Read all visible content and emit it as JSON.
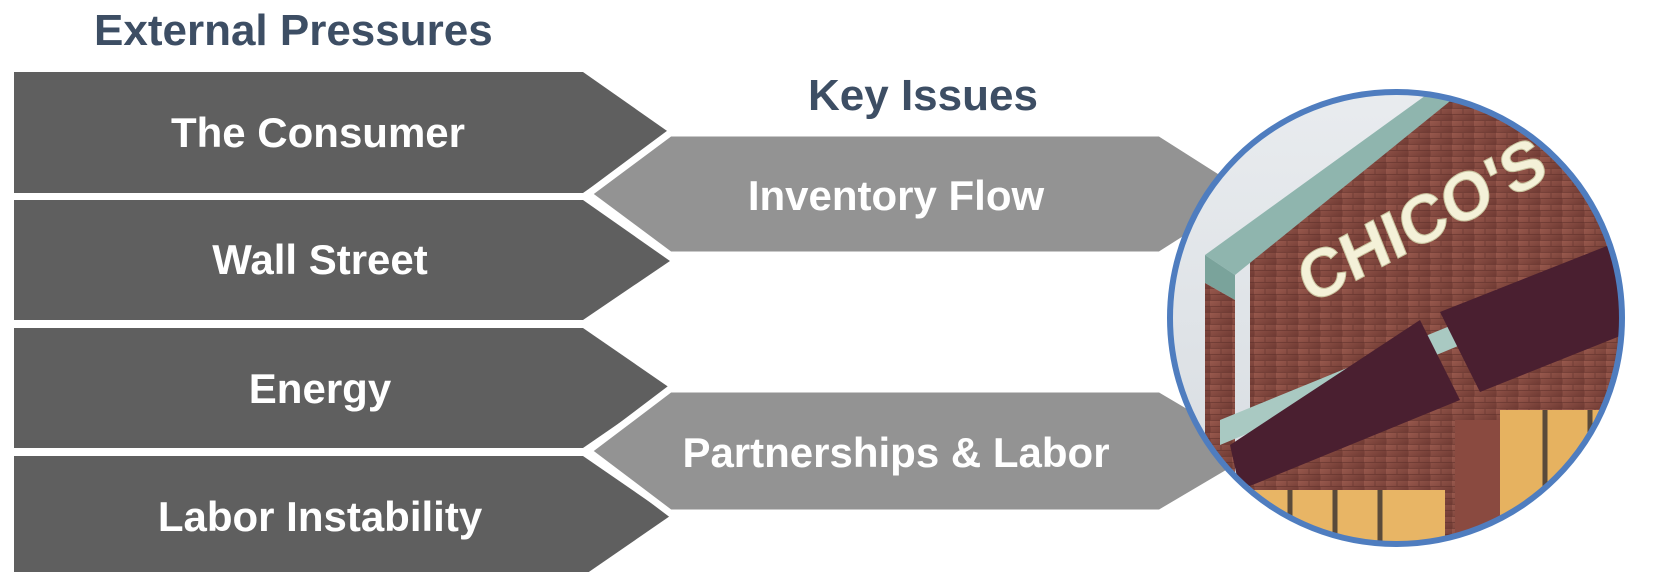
{
  "headings": {
    "external": "External Pressures",
    "key_issues": "Key Issues"
  },
  "external_pressures": [
    {
      "label": "The Consumer"
    },
    {
      "label": "Wall Street"
    },
    {
      "label": "Energy"
    },
    {
      "label": "Labor Instability"
    }
  ],
  "key_issues": [
    {
      "label": "Inventory Flow"
    },
    {
      "label": "Partnerships & Labor"
    }
  ],
  "photo": {
    "sign_text": "CHICO'S"
  },
  "colors": {
    "heading": "#3d4e64",
    "pressure_fill": "#5f5f5f",
    "issue_fill": "#939393",
    "photo_border": "#4f7dbf",
    "brick": "#8a4a40",
    "awning": "#4a1f30"
  }
}
